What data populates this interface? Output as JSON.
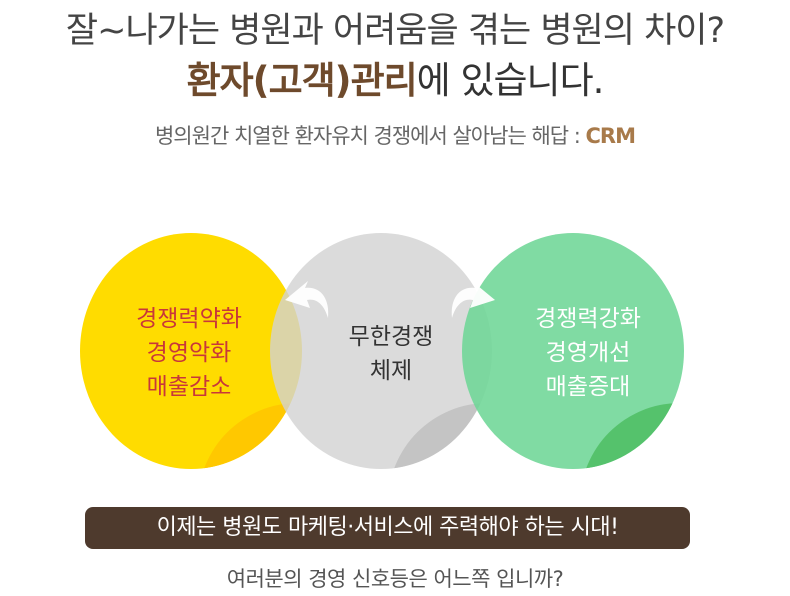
{
  "headline": {
    "line1": "잘~나가는 병원과 어려움을 겪는 병원의 차이?",
    "line2_emph": "환자(고객)관리",
    "line2_rest": "에 있습니다."
  },
  "subtitle": {
    "text": "병의원간 치열한 환자유치 경쟁에서 살아남는 해답 : ",
    "emph": "CRM"
  },
  "circles": {
    "left": {
      "lines": [
        "경쟁력약화",
        "경영악화",
        "매출감소"
      ],
      "color": "#ffdc00"
    },
    "center": {
      "lines": [
        "무한경쟁",
        "체제"
      ],
      "color": "#dcdcdc"
    },
    "right": {
      "lines": [
        "경쟁력강화",
        "경영개선",
        "매출증대"
      ],
      "color": "#7ddca0"
    }
  },
  "banner": "이제는 병원도 마케팅·서비스에 주력해야 하는 시대!",
  "question": "여러분의 경영 신호등은 어느쪽 입니까?"
}
